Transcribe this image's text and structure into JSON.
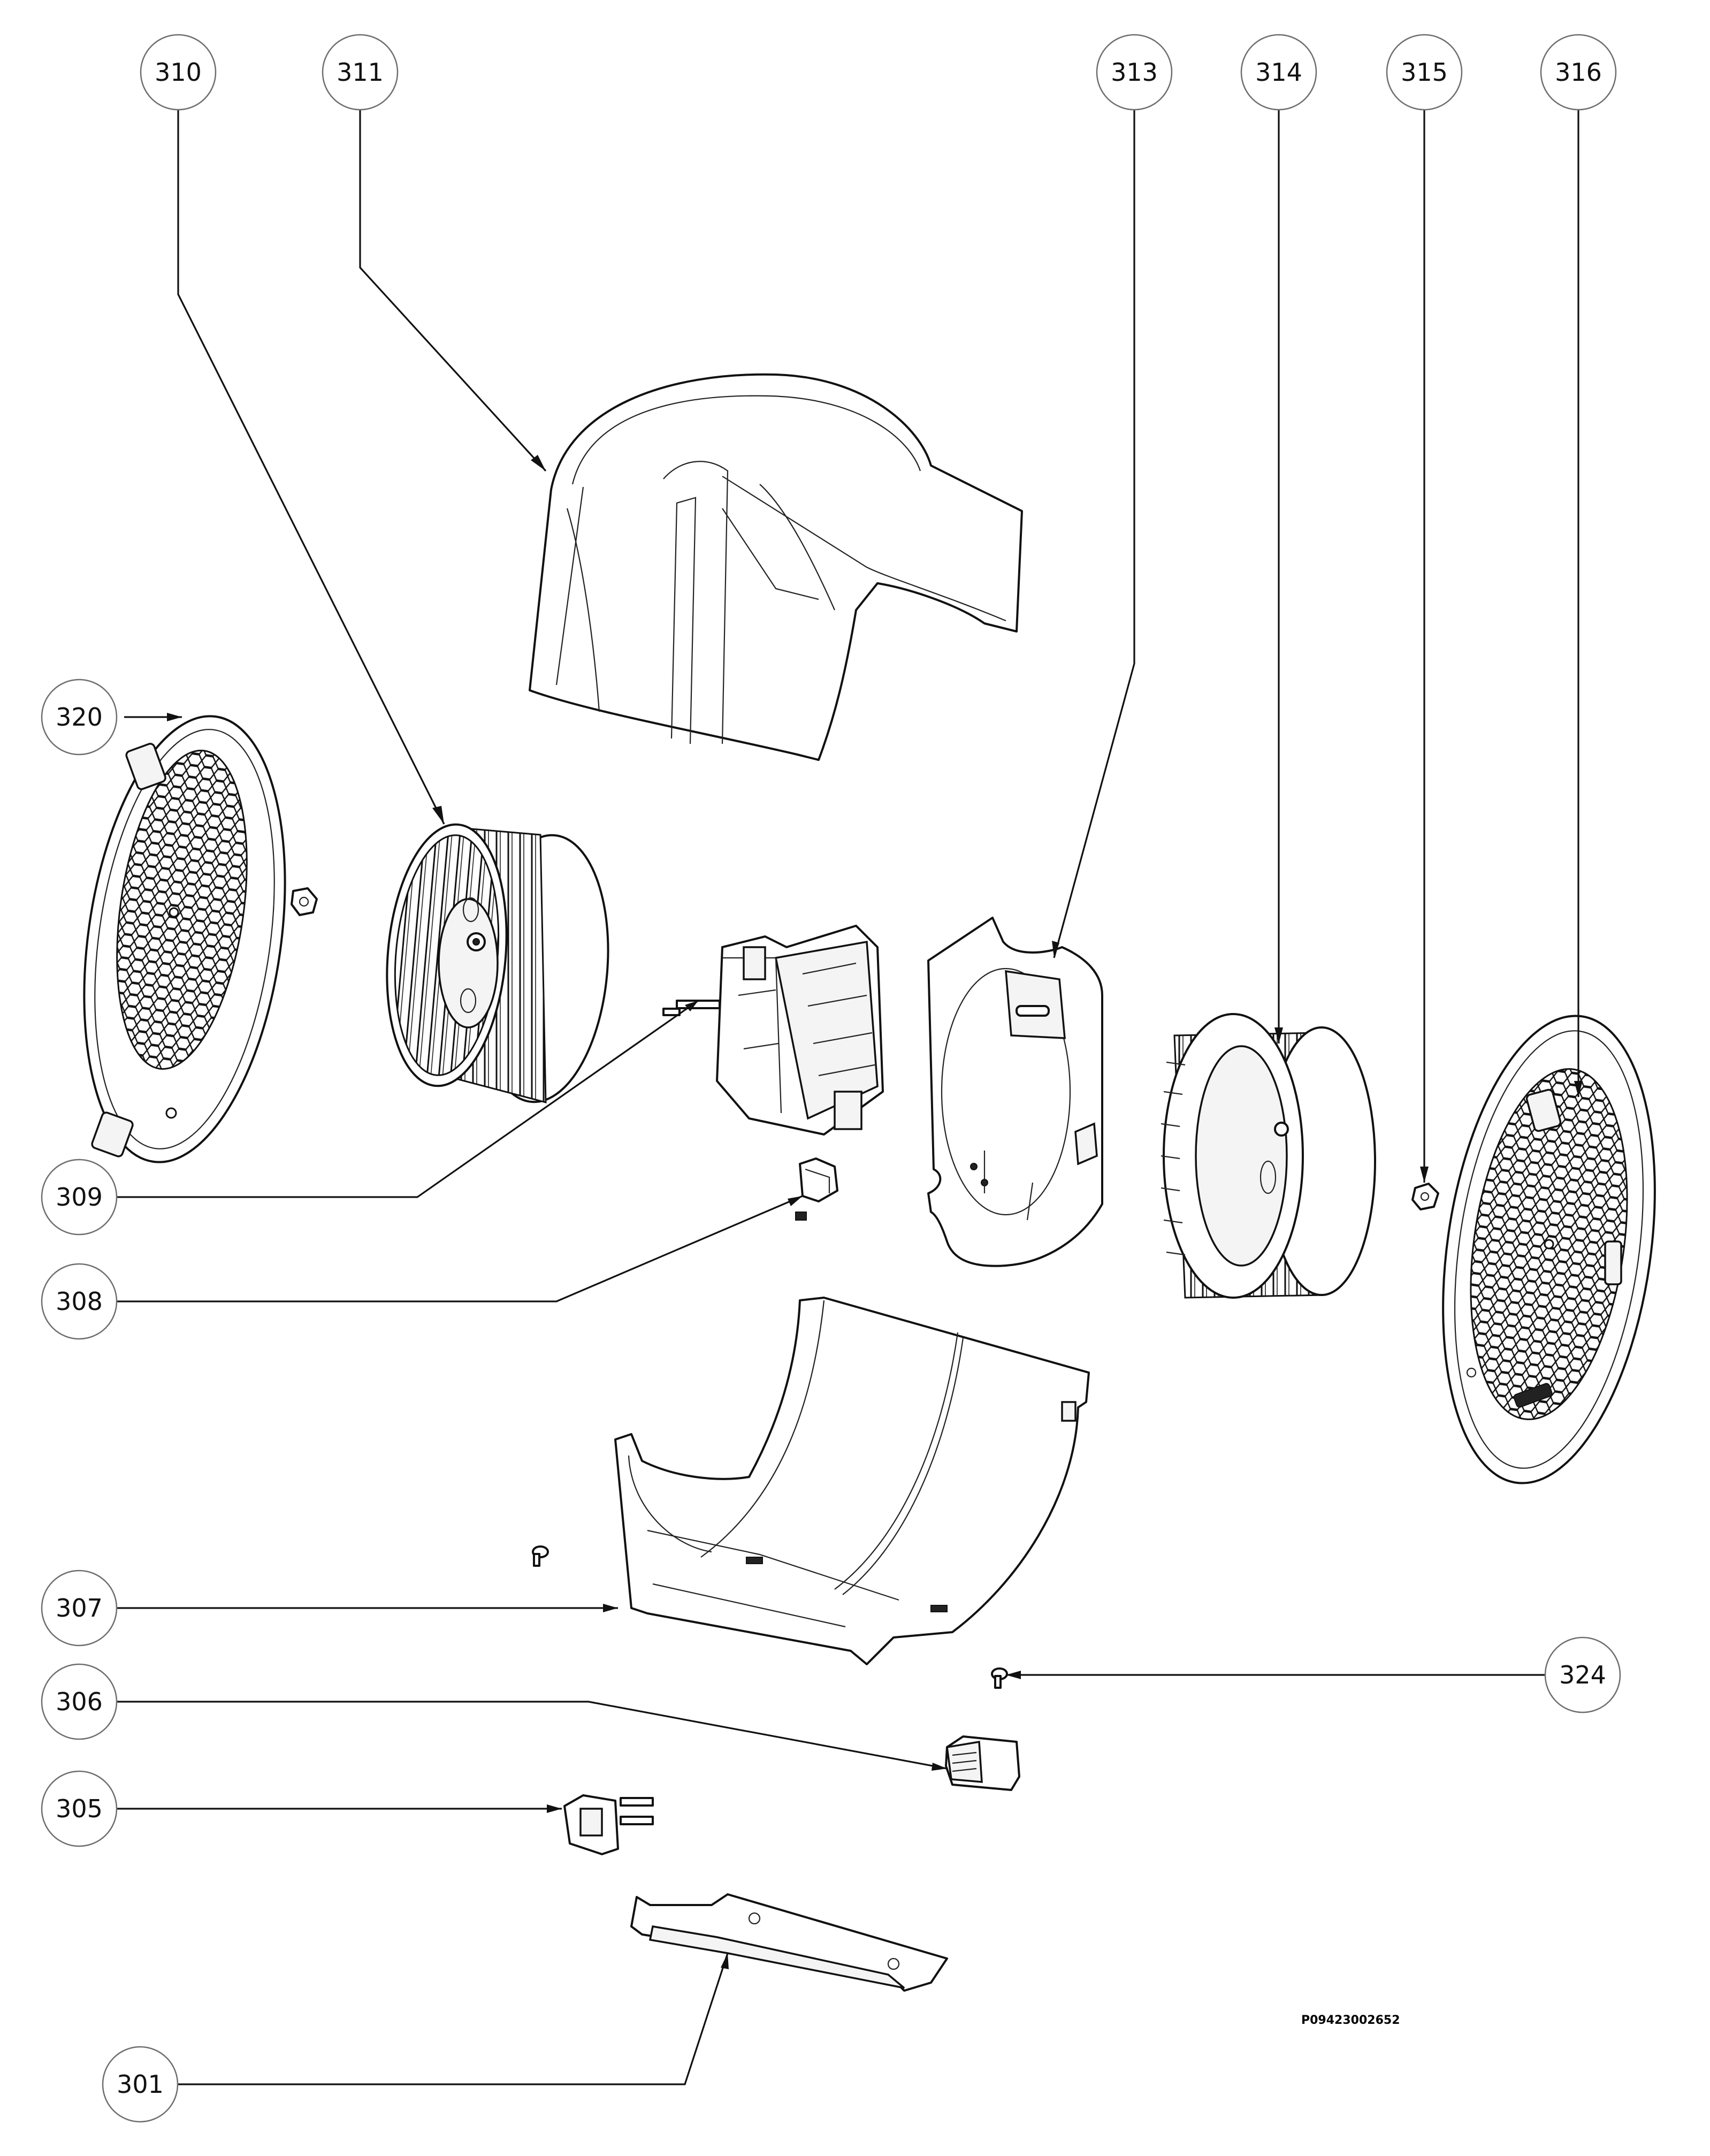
{
  "drawing_code": "P09423002652",
  "callouts": [
    {
      "label": "310",
      "name": "fan-wheel-left"
    },
    {
      "label": "311",
      "name": "blower-housing-top"
    },
    {
      "label": "313",
      "name": "motor-mounting-plate"
    },
    {
      "label": "314",
      "name": "fan-wheel-right"
    },
    {
      "label": "315",
      "name": "nut-right"
    },
    {
      "label": "316",
      "name": "inlet-grille-right"
    },
    {
      "label": "320",
      "name": "inlet-grille-left"
    },
    {
      "label": "309",
      "name": "motor"
    },
    {
      "label": "308",
      "name": "capacitor-clip"
    },
    {
      "label": "307",
      "name": "blower-housing-bottom"
    },
    {
      "label": "324",
      "name": "screw"
    },
    {
      "label": "306",
      "name": "connector"
    },
    {
      "label": "305",
      "name": "terminal-block"
    },
    {
      "label": "301",
      "name": "cover-plate"
    }
  ]
}
